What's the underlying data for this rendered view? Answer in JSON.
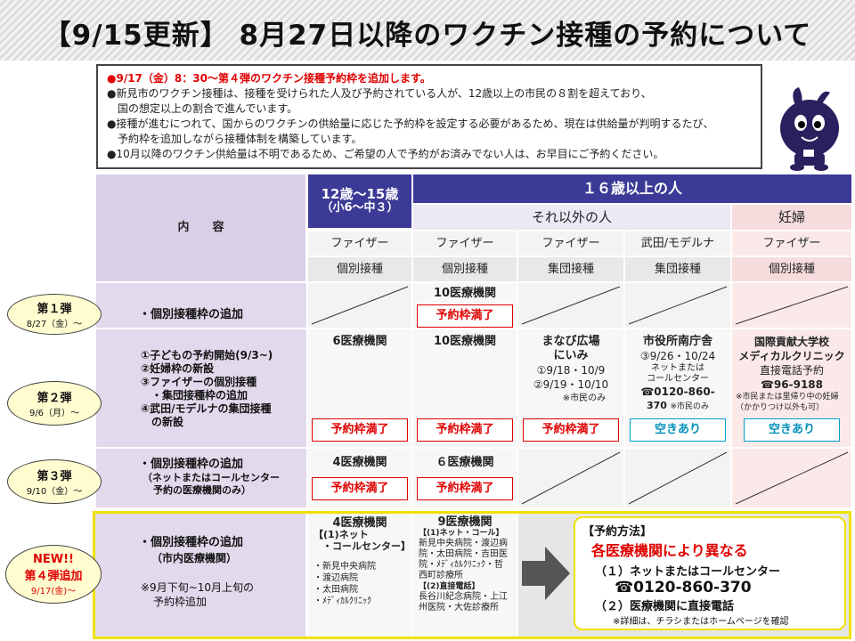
{
  "title": "【9/15更新】 8月27日以降のワクチン接種の予約について",
  "notice": {
    "line1": "●9/17（金）8：30～第４弾のワクチン接種予約枠を追加します。",
    "line2a": "●新見市のワクチン接種は、接種を受けられた人及び予約されている人が、12歳以上の市民の８割を超えており、",
    "line2b": "国の想定以上の割合で進んでいます。",
    "line3a": "●接種が進むにつれて、国からのワクチンの供給量に応じた予約枠を設定する必要があるため、現在は供給量が判明するたび、",
    "line3b": "予約枠を追加しながら接種体制を構築しています。",
    "line4": "●10月以降のワクチン供給量は不明であるため、ご希望の人で予約がお済みでない人は、お早目にご予約ください。"
  },
  "header": {
    "naiyou": "内　　容",
    "age12": "12歳～15歳",
    "age12_sub": "（小6～中３）",
    "age16": "１６歳以上の人",
    "others": "それ以外の人",
    "pregnant": "妊婦",
    "pfizer": "ファイザー",
    "takeda": "武田/モデルナ",
    "individual": "個別接種",
    "group": "集団接種"
  },
  "rows": {
    "r1": {
      "label": "第１弾",
      "date": "8/27（金）～",
      "content": "・個別接種枠の追加",
      "c2": "10医療機関",
      "full": "予約枠満了"
    },
    "r2": {
      "label": "第２弾",
      "date": "9/6（月）～",
      "content1": "①子どもの予約開始(9/3~)",
      "content2": "②妊婦枠の新設",
      "content3": "③ファイザーの個別接種",
      "content4": "・集団接種枠の追加",
      "content5": "④武田/モデルナの集団接種",
      "content6": "の新設",
      "c1": "6医療機関",
      "c2": "10医療機関",
      "c3_title1": "まなび広場",
      "c3_title2": "にいみ",
      "c3_d1": "①9/18・10/9",
      "c3_d2": "②9/19・10/10",
      "c3_note": "※市民のみ",
      "c4_title": "市役所南庁舎",
      "c4_d": "③9/26・10/24",
      "c4_how": "ネットまたは",
      "c4_center": "コールセンター",
      "c4_tel": "☎0120-860-",
      "c4_tel2": "370",
      "c4_note": "※市民のみ",
      "c5_title1": "国際貢献大学校",
      "c5_title2": "メディカルクリニック",
      "c5_how": "直接電話予約",
      "c5_tel": "☎96-9188",
      "c5_note": "※市民または里帰り中の妊婦（かかりつけ以外も可）",
      "full": "予約枠満了",
      "avail": "空きあり"
    },
    "r3": {
      "label": "第３弾",
      "date": "9/10（金）～",
      "content": "・個別接種枠の追加",
      "sub1": "（ネットまたはコールセンター",
      "sub2": "予約の医療機関のみ）",
      "c1": "4医療機関",
      "c2": "６医療機関",
      "full": "予約枠満了"
    },
    "r4": {
      "badge": "NEW!!",
      "label": "第４弾追加",
      "date": "9/17(金)～",
      "content": "・個別接種枠の追加",
      "sub": "（市内医療機関）",
      "note1": "※9月下旬~10月上旬の",
      "note2": "予約枠追加",
      "c1": "4医療機関",
      "c1_sub1": "【(1)ネット",
      "c1_sub2": "・コールセンター】",
      "c1_list": [
        "・新見中央病院",
        "・渡辺病院",
        "・太田病院",
        "・ﾒﾃﾞｨｶﾙｸﾘﾆｯｸ"
      ],
      "c2": "9医療機関",
      "c2_sub1": "【(1)ネット・コール】",
      "c2_text1": "新見中央病院・渡辺病院・太田病院・吉田医院・ﾒﾃﾞｨｶﾙｸﾘﾆｯｸ・哲西町診療所",
      "c2_sub2": "【(2)直接電話】",
      "c2_text2": "長谷川紀念病院・上江州医院・大佐診療所",
      "method_title": "【予約方法】",
      "method_red": "各医療機関により異なる",
      "method1": "（１）ネットまたはコールセンター",
      "method_tel": "☎0120-860-370",
      "method2": "（２）医療機関に直接電話",
      "method_note": "※詳細は、チラシまたはホームページを確認"
    }
  },
  "colors": {
    "red": "#e00000",
    "navy": "#3b3a96",
    "yellow": "#f0e000",
    "mascot": "#2c1f5e"
  }
}
